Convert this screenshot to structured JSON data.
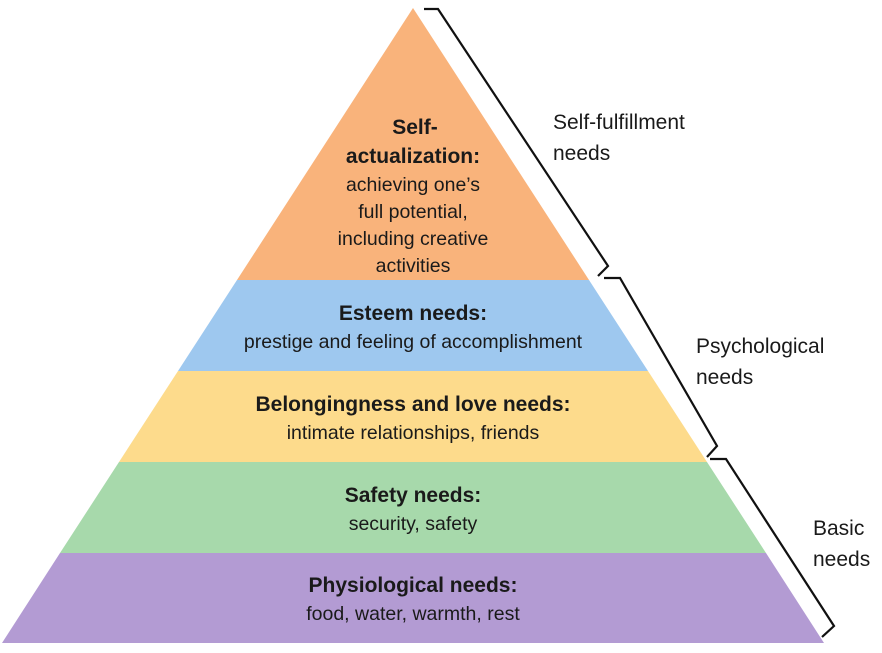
{
  "pyramid": {
    "tiers": [
      {
        "title_lines": [
          "Self-",
          "actualization:"
        ],
        "desc_lines": [
          "achieving one’s",
          "full potential,",
          "including creative",
          "activities"
        ],
        "color": "#f9b37b"
      },
      {
        "title_lines": [
          "Esteem needs:"
        ],
        "desc_lines": [
          "prestige and feeling of accomplishment"
        ],
        "color": "#9ec8ef"
      },
      {
        "title_lines": [
          "Belongingness and love needs:"
        ],
        "desc_lines": [
          "intimate relationships, friends"
        ],
        "color": "#fddb8c"
      },
      {
        "title_lines": [
          "Safety needs:"
        ],
        "desc_lines": [
          "security, safety"
        ],
        "color": "#a7d9ab"
      },
      {
        "title_lines": [
          "Physiological needs:"
        ],
        "desc_lines": [
          "food, water, warmth, rest"
        ],
        "color": "#b39bd3"
      }
    ]
  },
  "groups": [
    {
      "label_lines": [
        "Self-fulfillment",
        "needs"
      ]
    },
    {
      "label_lines": [
        "Psychological",
        "needs"
      ]
    },
    {
      "label_lines": [
        "Basic",
        "needs"
      ]
    }
  ]
}
